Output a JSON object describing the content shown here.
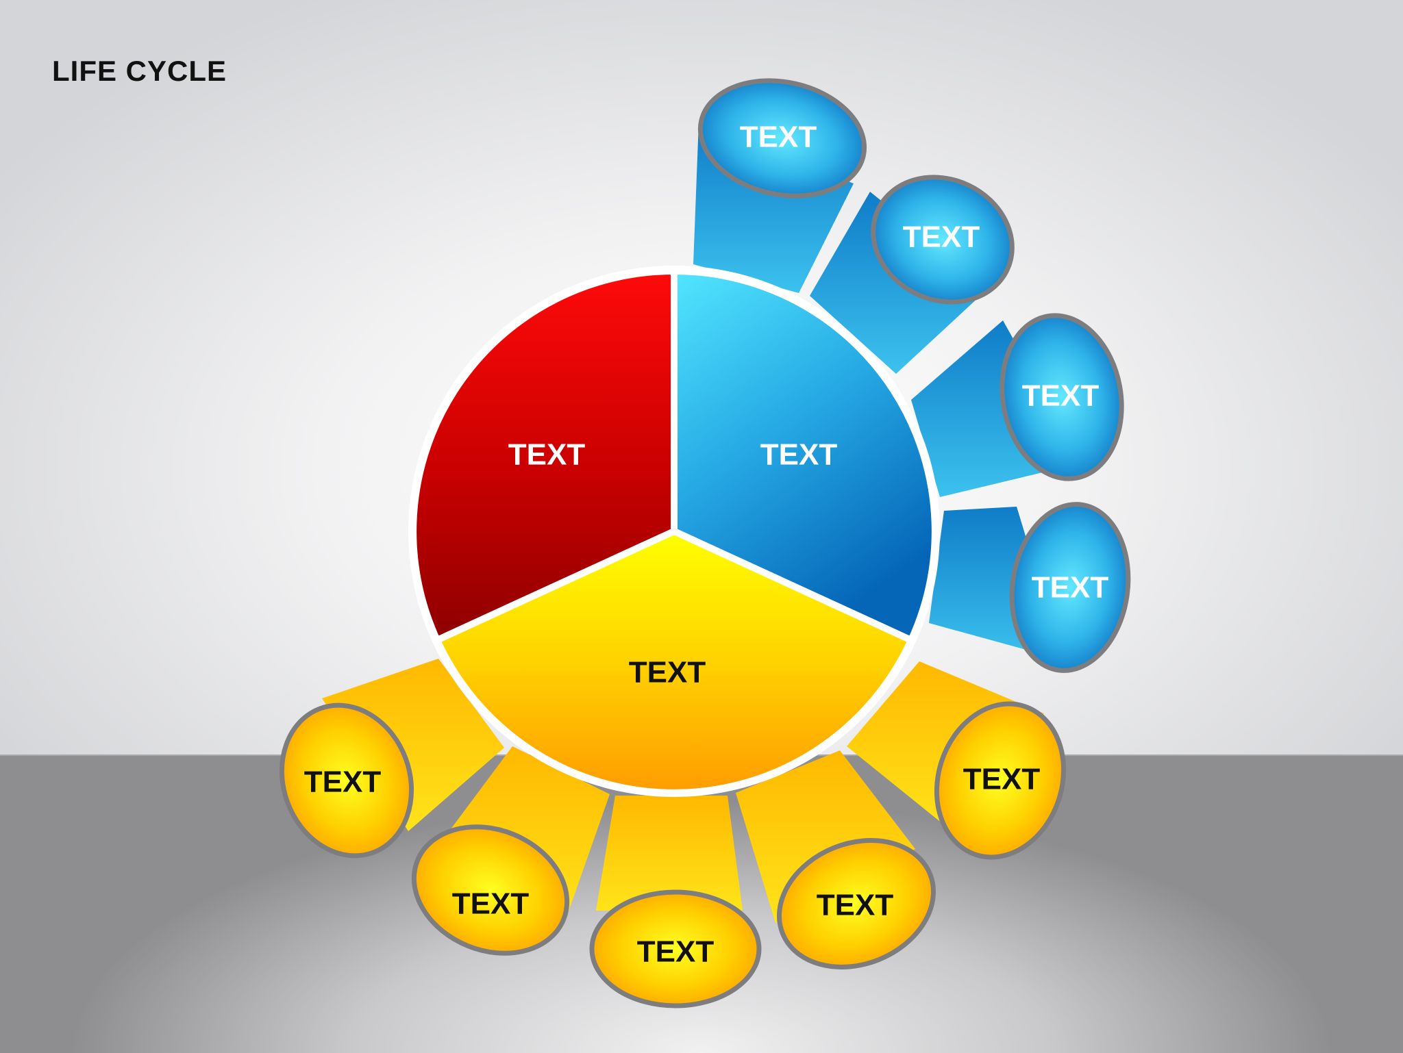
{
  "title": "LIFE CYCLE",
  "colors": {
    "red": "#d40000",
    "blue": "#1e9ad8",
    "yellow": "#ffc000",
    "oval_border": "#7d7d80"
  },
  "center": {
    "red_label": "TEXT",
    "blue_label": "TEXT",
    "yellow_label": "TEXT"
  },
  "blue_branches": [
    {
      "label": "TEXT"
    },
    {
      "label": "TEXT"
    },
    {
      "label": "TEXT"
    },
    {
      "label": "TEXT"
    }
  ],
  "yellow_branches": [
    {
      "label": "TEXT"
    },
    {
      "label": "TEXT"
    },
    {
      "label": "TEXT"
    },
    {
      "label": "TEXT"
    },
    {
      "label": "TEXT"
    }
  ]
}
